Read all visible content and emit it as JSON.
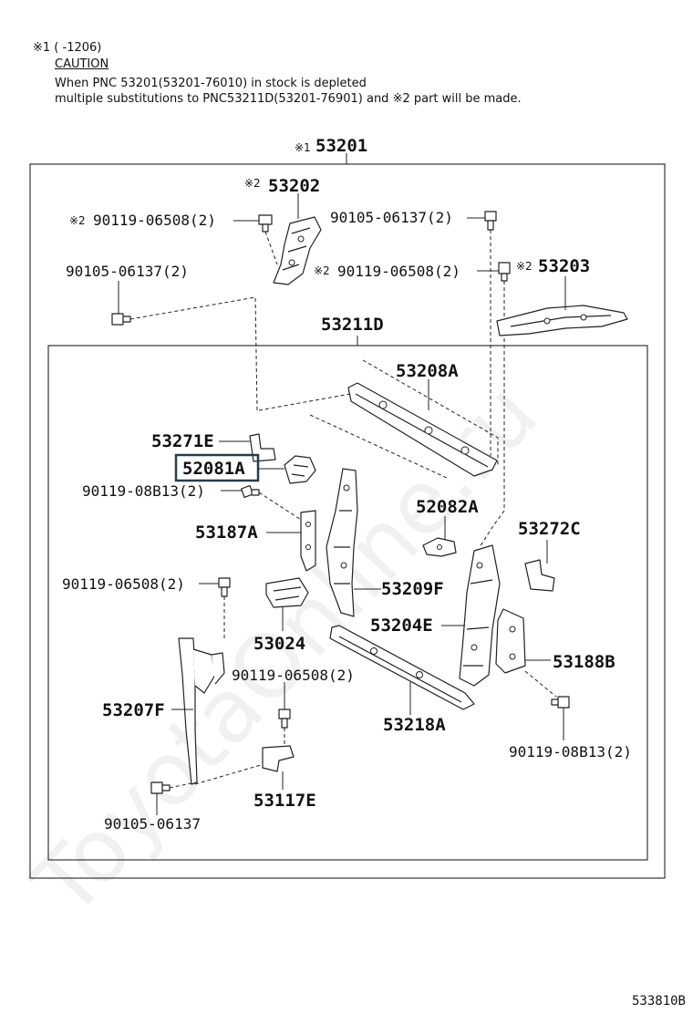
{
  "notes": {
    "line1": "※1 (      -1206)",
    "caution": "CAUTION",
    "line2": "When PNC 53201(53201-76010) in stock is depleted",
    "line3": "multiple substitutions to PNC53211D(53201-76901) and ※2 part will be made."
  },
  "assembly_label": "53201",
  "assembly_mark": "※1",
  "subassembly_label": "53211D",
  "highlighted_label": "52081A",
  "parts": {
    "p53202": {
      "mark": "※2",
      "label": "53202"
    },
    "p90119_top_left": {
      "mark": "※2",
      "label": "90119-06508(2)"
    },
    "p90105_top_right": {
      "label": "90105-06137(2)"
    },
    "p90105_left": {
      "label": "90105-06137(2)"
    },
    "p90119_mid_right": {
      "mark": "※2",
      "label": "90119-06508(2)"
    },
    "p53203": {
      "mark": "※2",
      "label": "53203"
    },
    "p53208A": {
      "label": "53208A"
    },
    "p53271E": {
      "label": "53271E"
    },
    "p90119_08B13_left": {
      "label": "90119-08B13(2)"
    },
    "p53187A": {
      "label": "53187A"
    },
    "p52082A": {
      "label": "52082A"
    },
    "p53272C": {
      "label": "53272C"
    },
    "p90119_06508_left": {
      "label": "90119-06508(2)"
    },
    "p53209F": {
      "label": "53209F"
    },
    "p53024": {
      "label": "53024"
    },
    "p53204E": {
      "label": "53204E"
    },
    "p53188B": {
      "label": "53188B"
    },
    "p90119_06508_bottom": {
      "label": "90119-06508(2)"
    },
    "p53207F": {
      "label": "53207F"
    },
    "p53218A": {
      "label": "53218A"
    },
    "p90119_08B13_right": {
      "label": "90119-08B13(2)"
    },
    "p53117E": {
      "label": "53117E"
    },
    "p90105_bottom": {
      "label": "90105-06137"
    }
  },
  "watermark": "ToyotaOnline.ru",
  "diagram_code": "533810B",
  "colors": {
    "highlight_border": "#2b3a4a",
    "line": "#222222"
  }
}
